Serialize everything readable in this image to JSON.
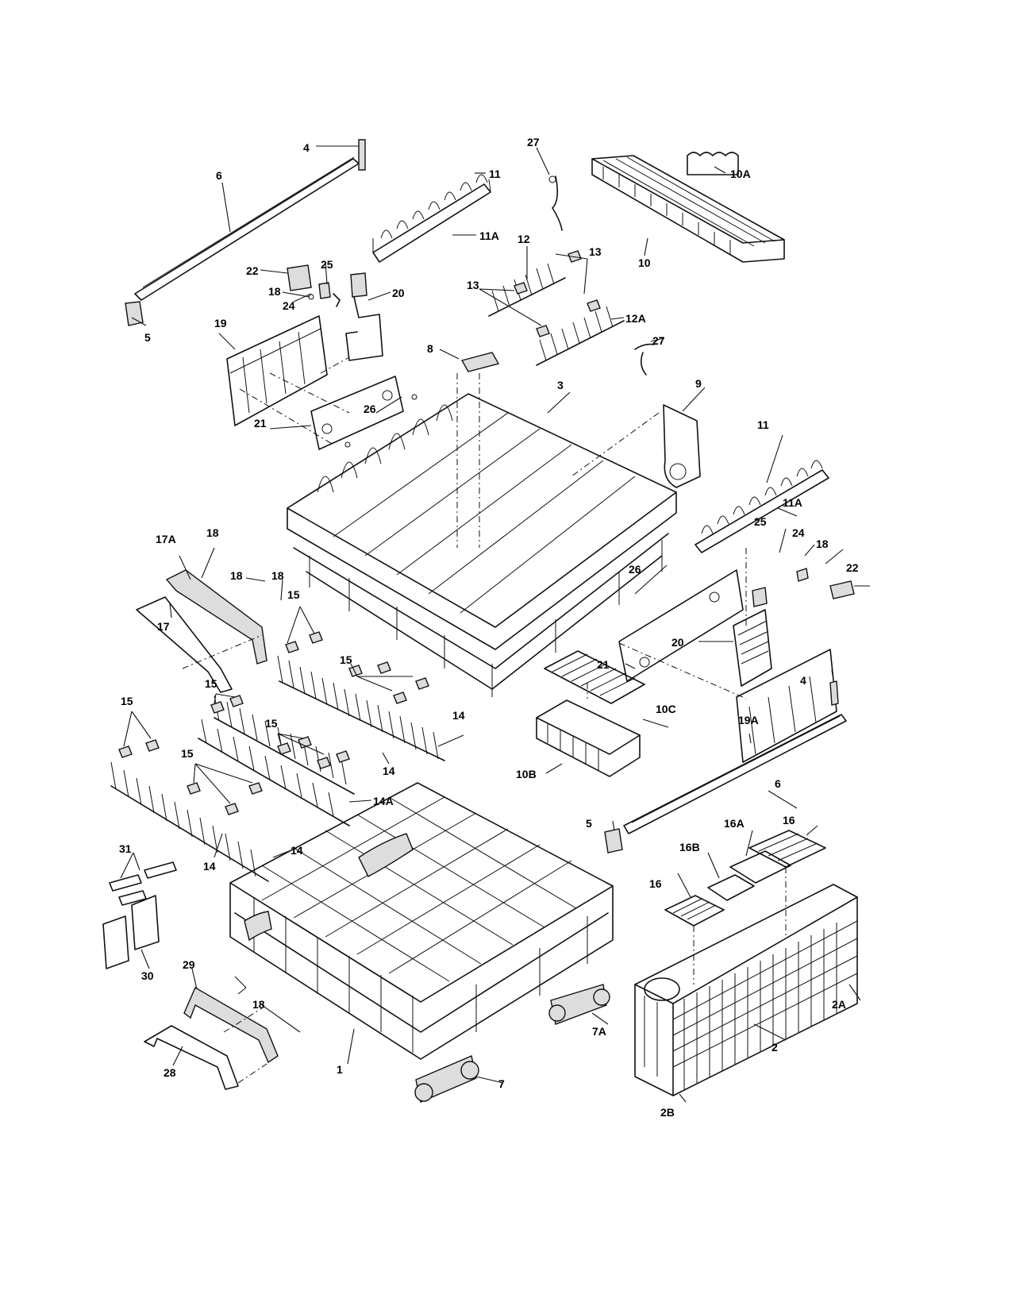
{
  "labels": {
    "l4_top": "4",
    "l27_top": "27",
    "l10A": "10A",
    "l6_top": "6",
    "l11_top": "11",
    "l11A_top": "11A",
    "l12": "12",
    "l13_right": "13",
    "l13_left": "13",
    "l10": "10",
    "l22_top": "22",
    "l25_top": "25",
    "l18_top": "18",
    "l24_top": "24",
    "l20_top": "20",
    "l5_top": "5",
    "l19": "19",
    "l12A": "12A",
    "l8": "8",
    "l27_mid": "27",
    "l3": "3",
    "l9": "9",
    "l21_top": "21",
    "l26_top": "26",
    "l11_right": "11",
    "l11A_right": "11A",
    "l17A": "17A",
    "l18_a": "18",
    "l18_b": "18",
    "l18_c": "18",
    "l17": "17",
    "l25_right": "25",
    "l24_right": "24",
    "l18_right": "18",
    "l22_right": "22",
    "l26_right": "26",
    "l20_right": "20",
    "l21_right": "21",
    "l15_a": "15",
    "l15_b": "15",
    "l15_c": "15",
    "l15_d": "15",
    "l15_e": "15",
    "l15_f": "15",
    "l14_a": "14",
    "l14_b": "14",
    "l14A": "14A",
    "l14_c": "14",
    "l14_d": "14",
    "l10C": "10C",
    "l19A": "19A",
    "l4_right": "4",
    "l10B": "10B",
    "l6_right": "6",
    "l5_right": "5",
    "l16_a": "16",
    "l16A": "16A",
    "l16B": "16B",
    "l16_b": "16",
    "l31": "31",
    "l30": "30",
    "l29": "29",
    "l18_d": "18",
    "l2A": "2A",
    "l7A": "7A",
    "l1": "1",
    "l2": "2",
    "l28": "28",
    "l7": "7",
    "l2B": "2B"
  }
}
